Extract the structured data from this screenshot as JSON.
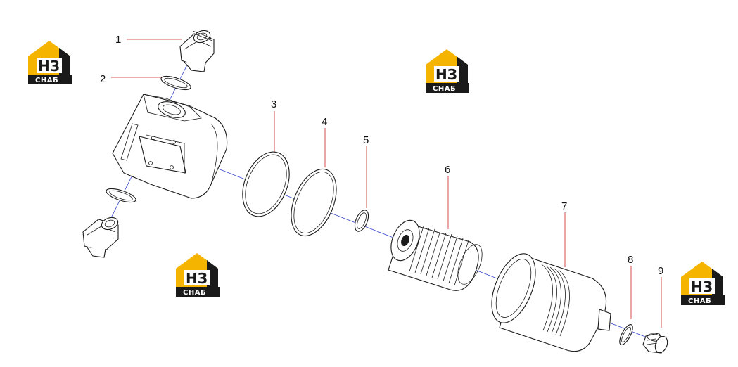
{
  "diagram": {
    "callouts": [
      {
        "id": "1",
        "label": "1"
      },
      {
        "id": "2",
        "label": "2"
      },
      {
        "id": "3",
        "label": "3"
      },
      {
        "id": "4",
        "label": "4"
      },
      {
        "id": "5",
        "label": "5"
      },
      {
        "id": "6",
        "label": "6"
      },
      {
        "id": "7",
        "label": "7"
      },
      {
        "id": "8",
        "label": "8"
      },
      {
        "id": "9",
        "label": "9"
      }
    ],
    "watermark": {
      "top": "НЗ",
      "bottom": "СНАБ"
    },
    "colors": {
      "accent_yellow": "#f5b400",
      "logo_dark": "#1a1a1a",
      "axis_line": "#3344cc",
      "leader_line": "#cc2222",
      "ink": "#1a1a1a"
    }
  }
}
